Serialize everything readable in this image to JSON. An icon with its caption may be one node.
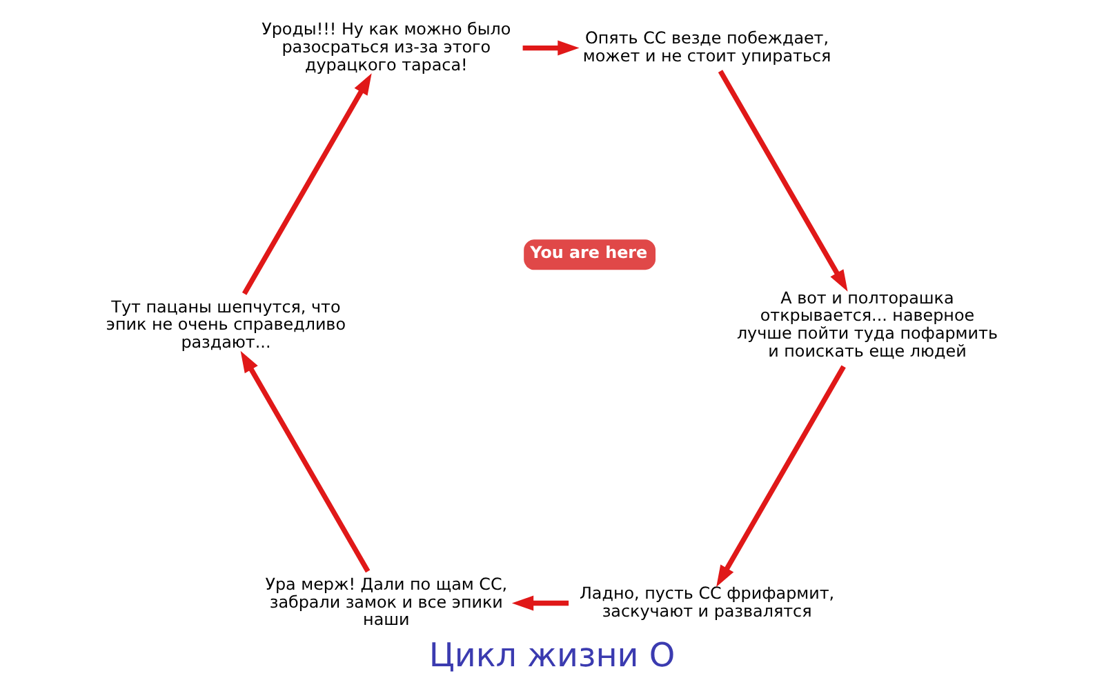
{
  "diagram": {
    "title": "Цикл жизни О",
    "nodes": [
      {
        "text": [
          "Ладно, пусть СС фрифармит, заскучают и развалятся"
        ]
      },
      {
        "text": [
          "Ура мерж! Дали по щам СС, забрали замок и все эпики наши"
        ]
      },
      {
        "text": [
          "Тут пацаны шепчутся, что эпик не очень справедливо раздают..."
        ]
      },
      {
        "text": [
          "Уроды!!! Ну как можно было разосраться из-за этого дурацкого тараса!"
        ]
      },
      {
        "text": [
          "Опять СС везде побеждает, может и не стоит упираться"
        ]
      },
      {
        "text": [
          "А вот и полторашка открывается... наверное лучше пойти туда пофармить и поискать еще людей"
        ]
      }
    ],
    "edges": [
      {
        "from": 0,
        "to": 1,
        "arrow": "to"
      },
      {
        "from": 1,
        "to": 2,
        "arrow": "to"
      },
      {
        "from": 2,
        "to": 3,
        "arrow": "to"
      },
      {
        "from": 3,
        "to": 4,
        "arrow": "to"
      },
      {
        "from": 4,
        "to": 5,
        "arrow": "to"
      },
      {
        "from": 5,
        "to": 0,
        "arrow": "to"
      }
    ],
    "labels": [
      "You are here"
    ]
  }
}
